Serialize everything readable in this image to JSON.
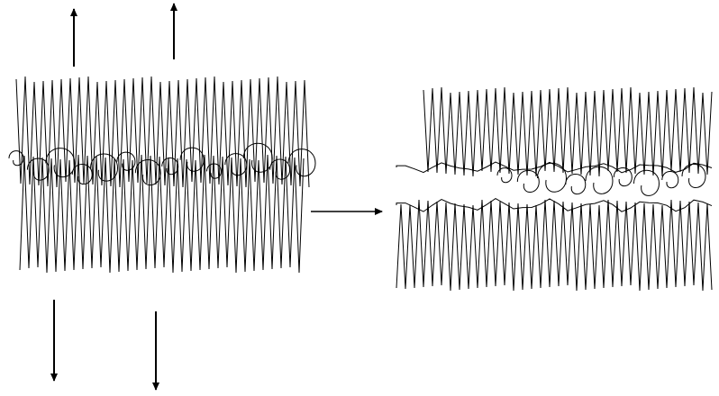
{
  "diagram": {
    "stroke_color": "#000000",
    "background": "#ffffff",
    "pulling_arrow_directions": [
      "up",
      "up",
      "down",
      "down"
    ],
    "transition_arrow_direction": "right"
  }
}
